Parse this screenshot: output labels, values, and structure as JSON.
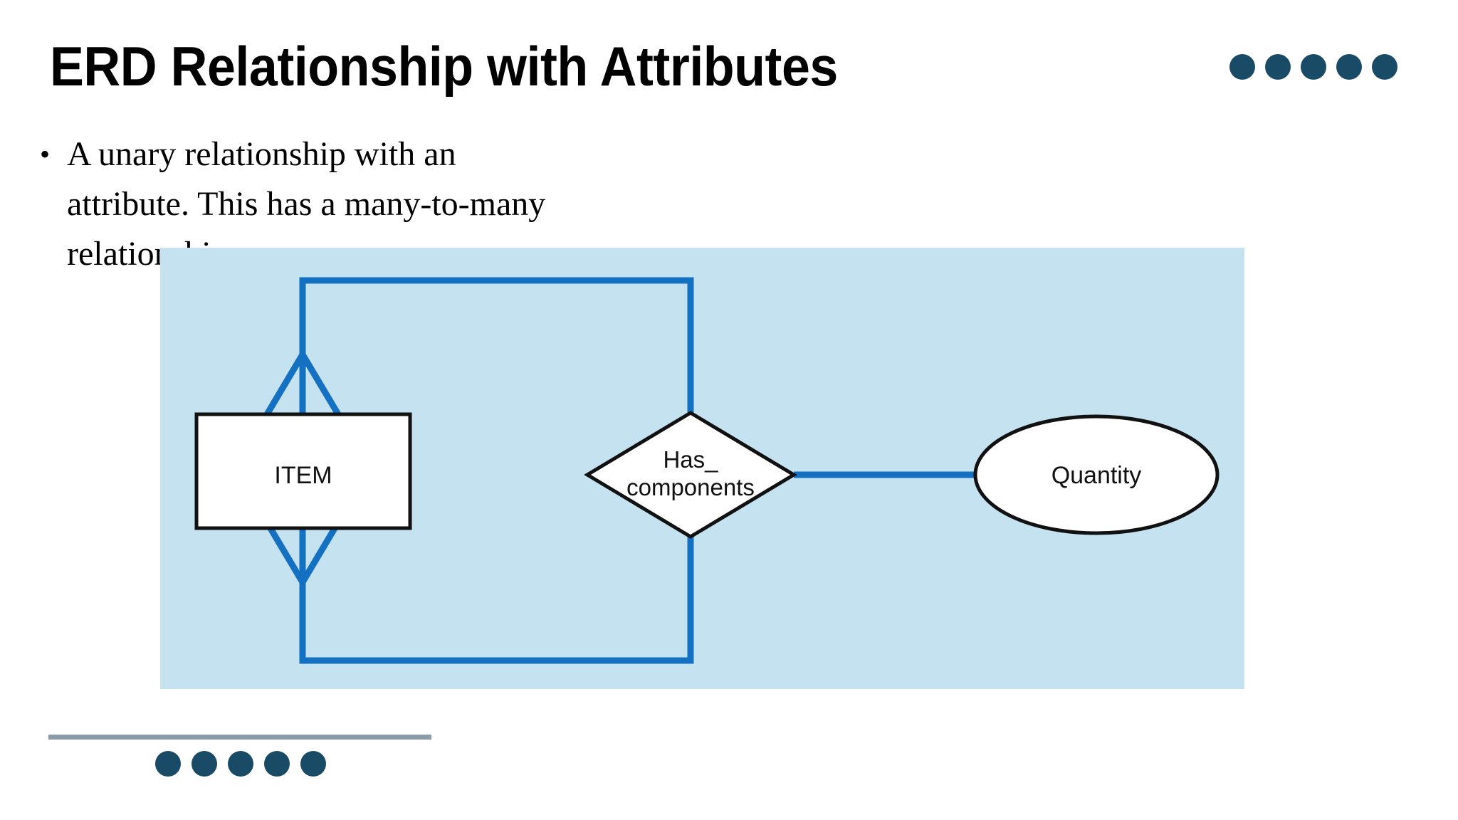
{
  "slide": {
    "title": "ERD Relationship with Attributes",
    "background_color": "#FFFFFF"
  },
  "decor": {
    "dot_color": "#1A4B66",
    "top_right_dots": 5,
    "bottom_left_dots": 5,
    "rule_color": "#8A9BAA"
  },
  "body": {
    "bullet_marker": "•",
    "bullet_lines": [
      "A unary relationship with an",
      "attribute. This has a many-to-many",
      "relationship."
    ]
  },
  "diagram": {
    "panel_color": "#C5E2F0",
    "line_color": "#1470C0",
    "shape_fill": "#FFFFFF",
    "shape_stroke": "#111111",
    "entity": {
      "name": "ITEM",
      "shape": "rectangle"
    },
    "relationship": {
      "name_line1": "Has_",
      "name_line2": "components",
      "shape": "diamond",
      "cardinality": "many-to-many",
      "type": "unary"
    },
    "attribute": {
      "name": "Quantity",
      "shape": "ellipse"
    }
  }
}
